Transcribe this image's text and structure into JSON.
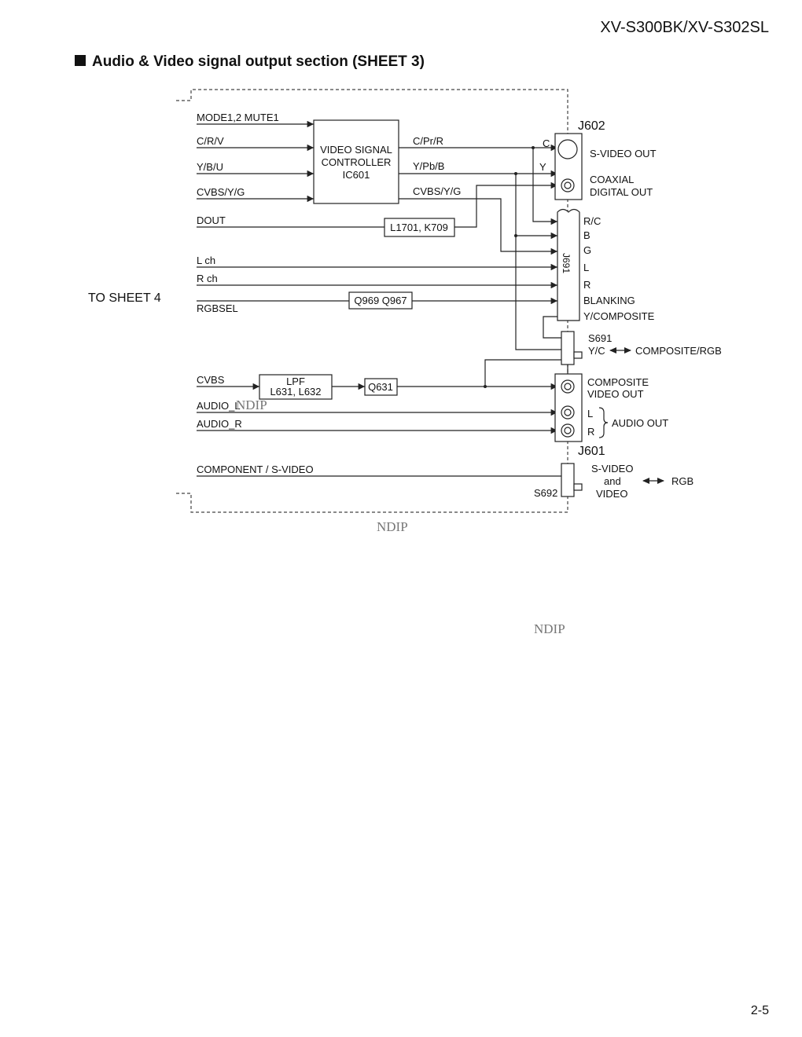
{
  "header": {
    "model": "XV-S300BK/XV-S302SL",
    "page": "2-5"
  },
  "title": "Audio & Video signal output section (SHEET 3)",
  "watermark": "NDIP",
  "to_sheet": "TO SHEET 4",
  "inputs": {
    "mode_mute": "MODE1,2  MUTE1",
    "crv": "C/R/V",
    "ybu": "Y/B/U",
    "cvbs_yg": "CVBS/Y/G",
    "dout": "DOUT",
    "lch": "L ch",
    "rch": "R ch",
    "rgbsel": "RGBSEL",
    "cvbs": "CVBS",
    "audio_l": "AUDIO_L",
    "audio_r": "AUDIO_R",
    "component": "COMPONENT / S-VIDEO"
  },
  "blocks": {
    "ic601": [
      "VIDEO SIGNAL",
      "CONTROLLER",
      "IC601"
    ],
    "l1701": "L1701, K709",
    "q969": "Q969  Q967",
    "lpf": [
      "LPF",
      "L631, L632"
    ],
    "q631": "Q631"
  },
  "outputs_mid": {
    "cpr": "C/Pr/R",
    "ypb": "Y/Pb/B",
    "cvbs": "CVBS/Y/G",
    "c": "C",
    "y": "Y"
  },
  "j602": {
    "name": "J602",
    "svideo": "S-VIDEO OUT",
    "coax": [
      "COAXIAL",
      "DIGITAL OUT"
    ]
  },
  "j691": {
    "name": "J691",
    "pins": [
      "R/C",
      "B",
      "G",
      "L",
      "R",
      "BLANKING",
      "Y/COMPOSITE"
    ]
  },
  "s691": {
    "name": "S691",
    "yc": "Y/C",
    "comp": "COMPOSITE/RGB"
  },
  "j601": {
    "name": "J601",
    "composite": [
      "COMPOSITE",
      "VIDEO OUT"
    ],
    "l": "L",
    "r": "R",
    "audio_out": "AUDIO OUT"
  },
  "s692": {
    "name": "S692",
    "svideo": [
      "S-VIDEO",
      "and",
      "VIDEO"
    ],
    "rgb": "RGB"
  }
}
